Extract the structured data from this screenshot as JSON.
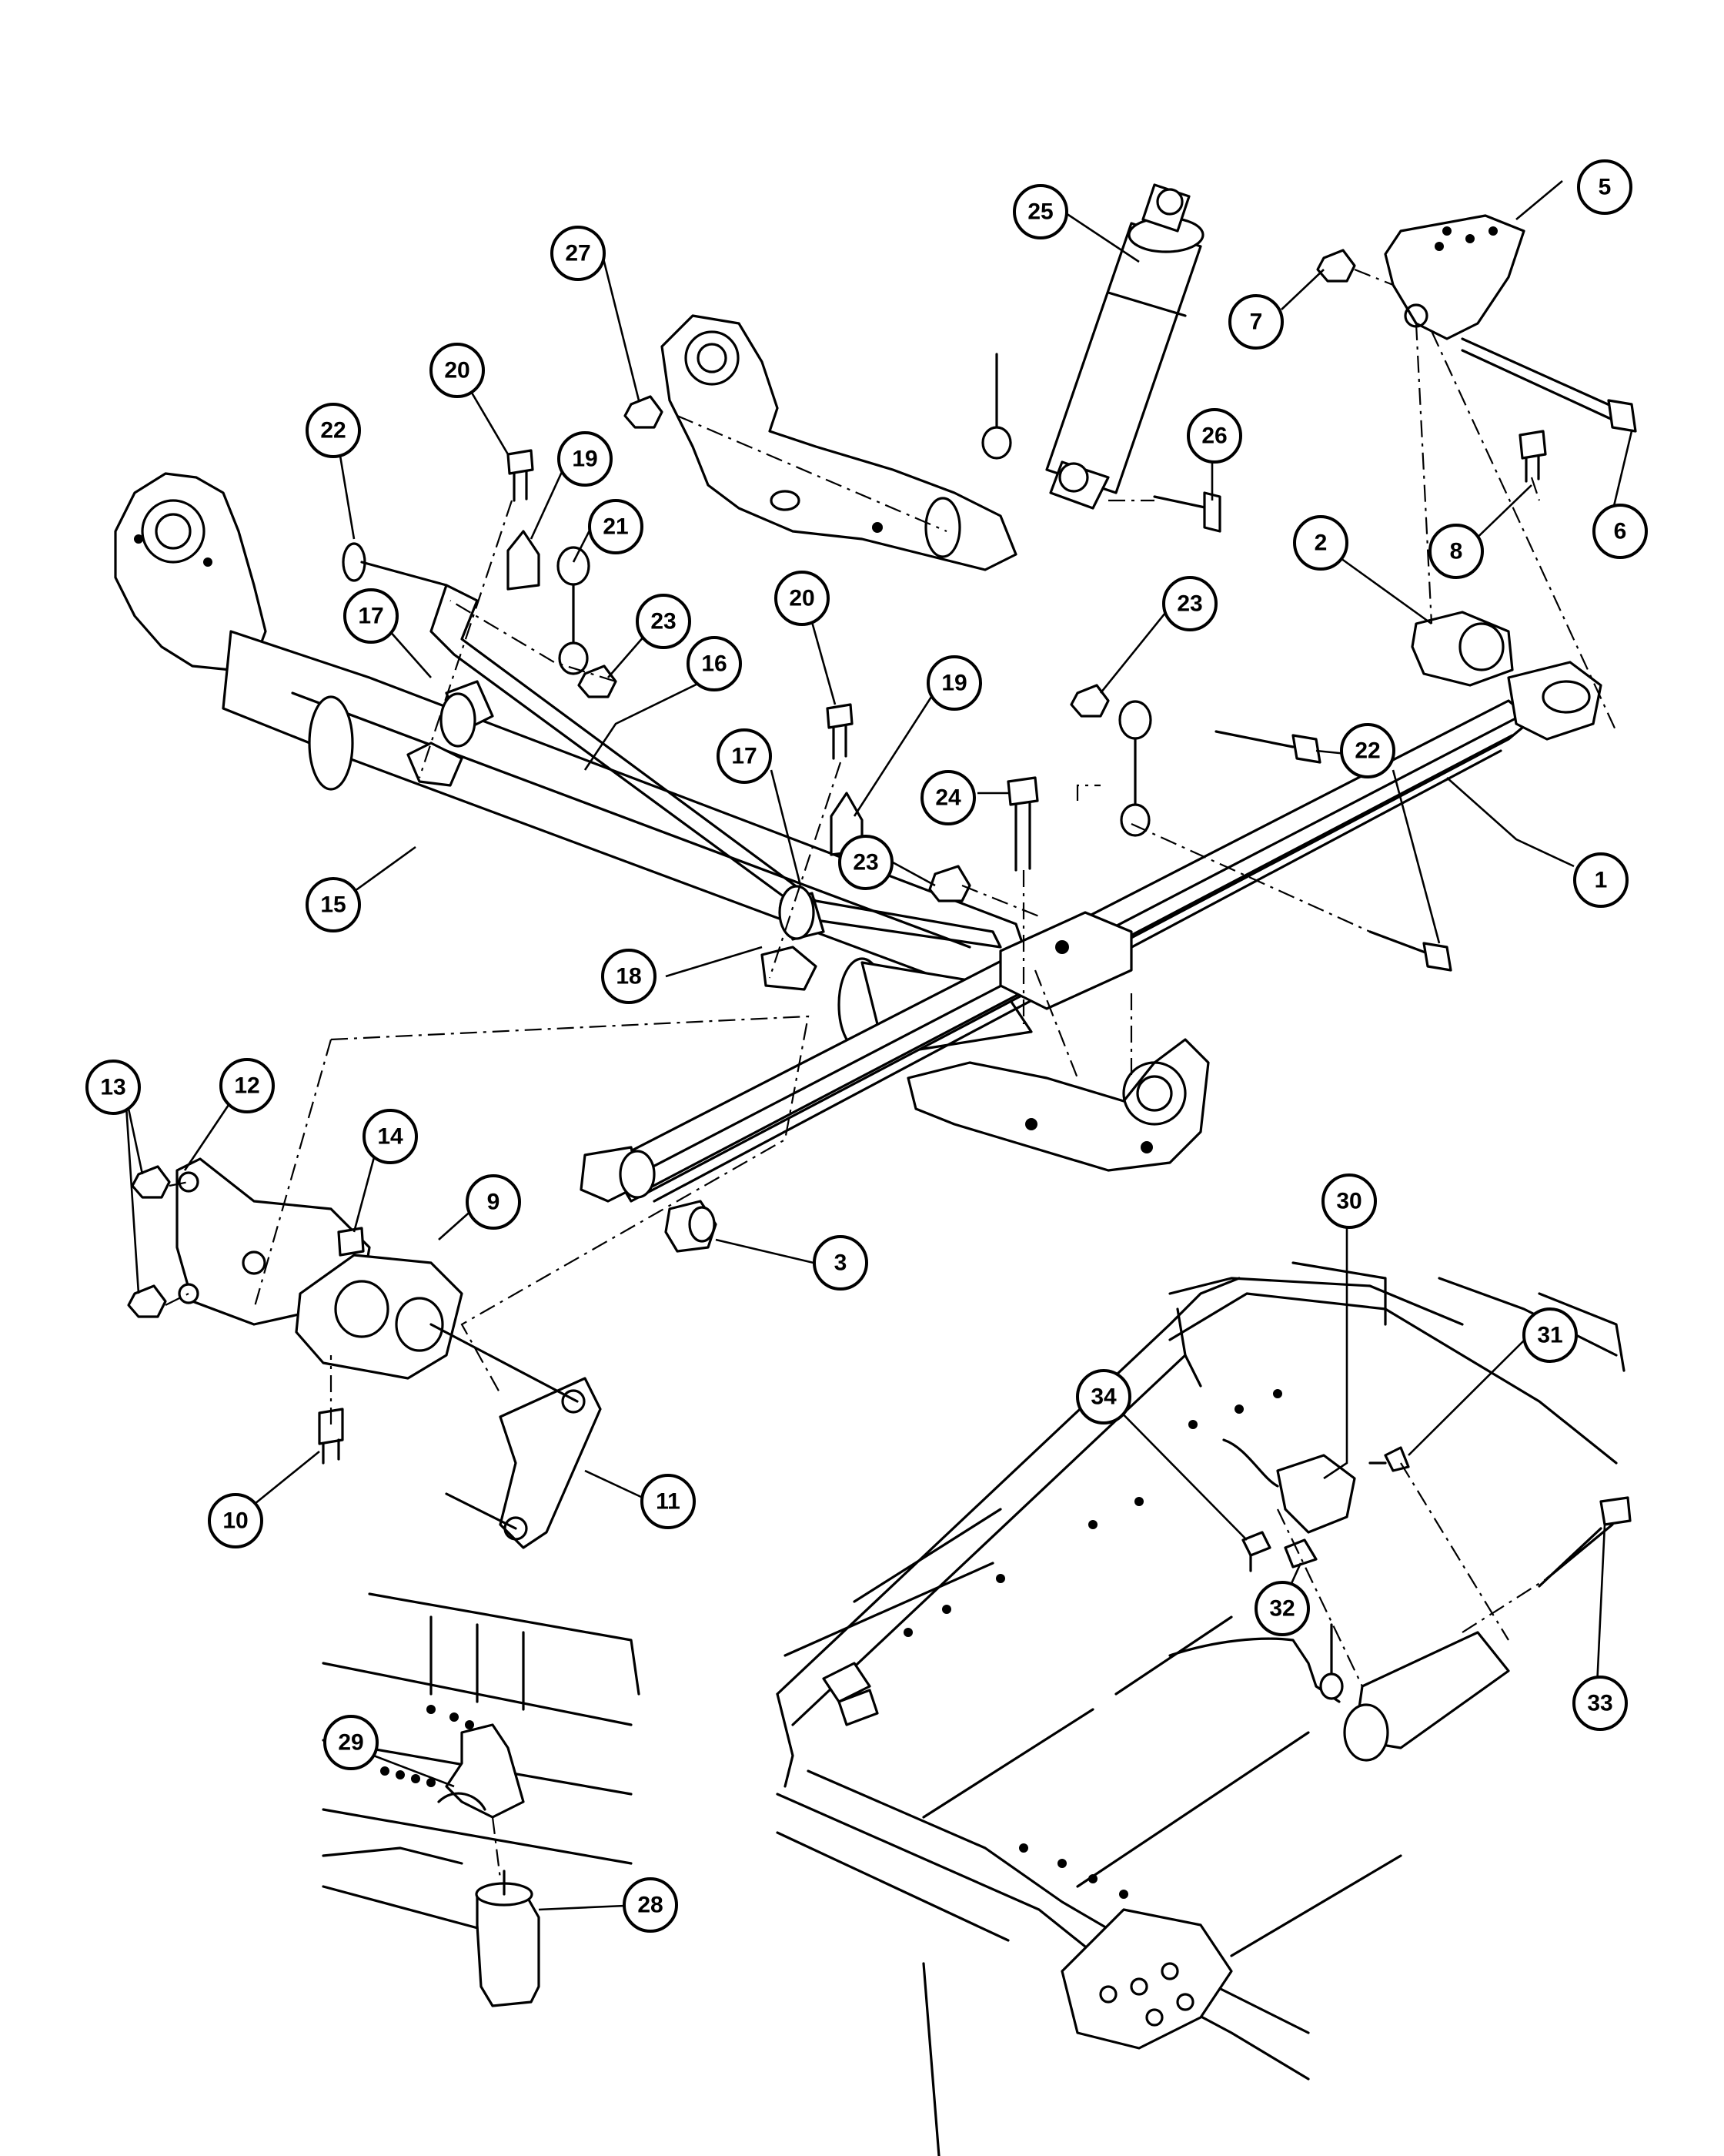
{
  "callouts": [
    {
      "id": "c1",
      "label": "1"
    },
    {
      "id": "c2",
      "label": "2"
    },
    {
      "id": "c3",
      "label": "3"
    },
    {
      "id": "c5",
      "label": "5"
    },
    {
      "id": "c6",
      "label": "6"
    },
    {
      "id": "c7",
      "label": "7"
    },
    {
      "id": "c8",
      "label": "8"
    },
    {
      "id": "c9",
      "label": "9"
    },
    {
      "id": "c10",
      "label": "10"
    },
    {
      "id": "c11",
      "label": "11"
    },
    {
      "id": "c12",
      "label": "12"
    },
    {
      "id": "c13",
      "label": "13"
    },
    {
      "id": "c14",
      "label": "14"
    },
    {
      "id": "c15",
      "label": "15"
    },
    {
      "id": "c16",
      "label": "16"
    },
    {
      "id": "c17a",
      "label": "17"
    },
    {
      "id": "c17b",
      "label": "17"
    },
    {
      "id": "c18",
      "label": "18"
    },
    {
      "id": "c19a",
      "label": "19"
    },
    {
      "id": "c19b",
      "label": "19"
    },
    {
      "id": "c20a",
      "label": "20"
    },
    {
      "id": "c20b",
      "label": "20"
    },
    {
      "id": "c21",
      "label": "21"
    },
    {
      "id": "c22a",
      "label": "22"
    },
    {
      "id": "c22b",
      "label": "22"
    },
    {
      "id": "c23a",
      "label": "23"
    },
    {
      "id": "c23b",
      "label": "23"
    },
    {
      "id": "c23c",
      "label": "23"
    },
    {
      "id": "c24",
      "label": "24"
    },
    {
      "id": "c25",
      "label": "25"
    },
    {
      "id": "c26",
      "label": "26"
    },
    {
      "id": "c27",
      "label": "27"
    },
    {
      "id": "c28",
      "label": "28"
    },
    {
      "id": "c29",
      "label": "29"
    },
    {
      "id": "c30",
      "label": "30"
    },
    {
      "id": "c31",
      "label": "31"
    },
    {
      "id": "c32",
      "label": "32"
    },
    {
      "id": "c33",
      "label": "33"
    },
    {
      "id": "c34",
      "label": "34"
    }
  ]
}
